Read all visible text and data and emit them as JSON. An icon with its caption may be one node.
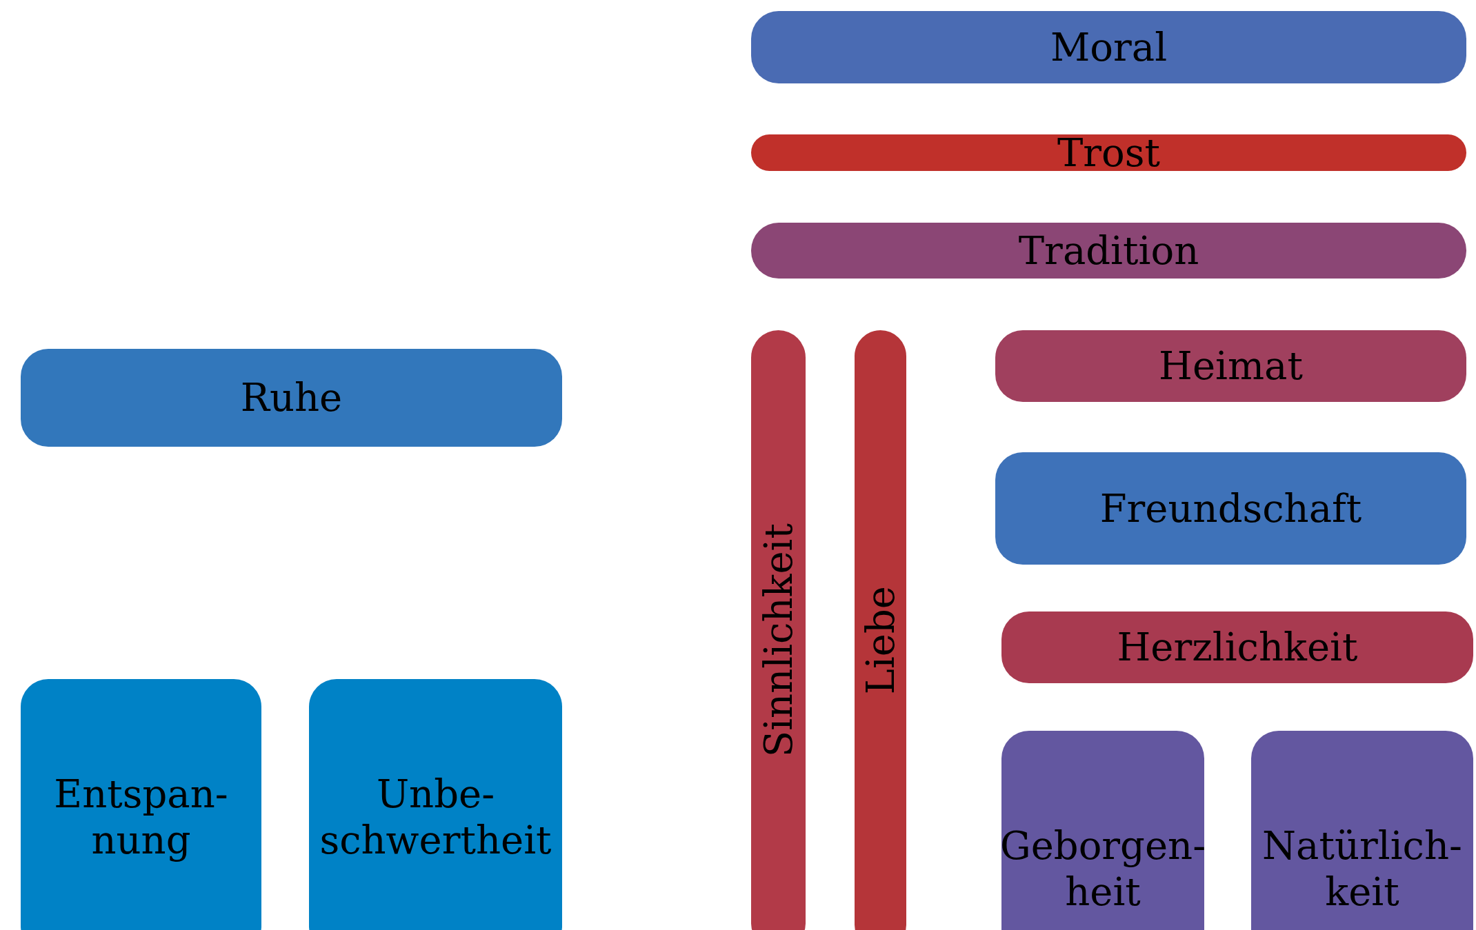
{
  "diagram": {
    "nodes": [
      {
        "text": [
          "Moral"
        ]
      },
      {
        "text": [
          "Trost"
        ]
      },
      {
        "text": [
          "Tradition"
        ]
      },
      {
        "text": [
          "Ruhe"
        ]
      },
      {
        "text": [
          "Sinnlichkeit"
        ]
      },
      {
        "text": [
          "Liebe"
        ]
      },
      {
        "text": [
          "Heimat"
        ]
      },
      {
        "text": [
          "Freundschaft"
        ]
      },
      {
        "text": [
          "Herzlichkeit"
        ]
      },
      {
        "text": [
          "Entspan- nung"
        ]
      },
      {
        "text": [
          "Unbe- schwertheit"
        ]
      },
      {
        "text": [
          "Geborgen- heit"
        ]
      },
      {
        "text": [
          "Natürlich- keit"
        ]
      }
    ]
  }
}
